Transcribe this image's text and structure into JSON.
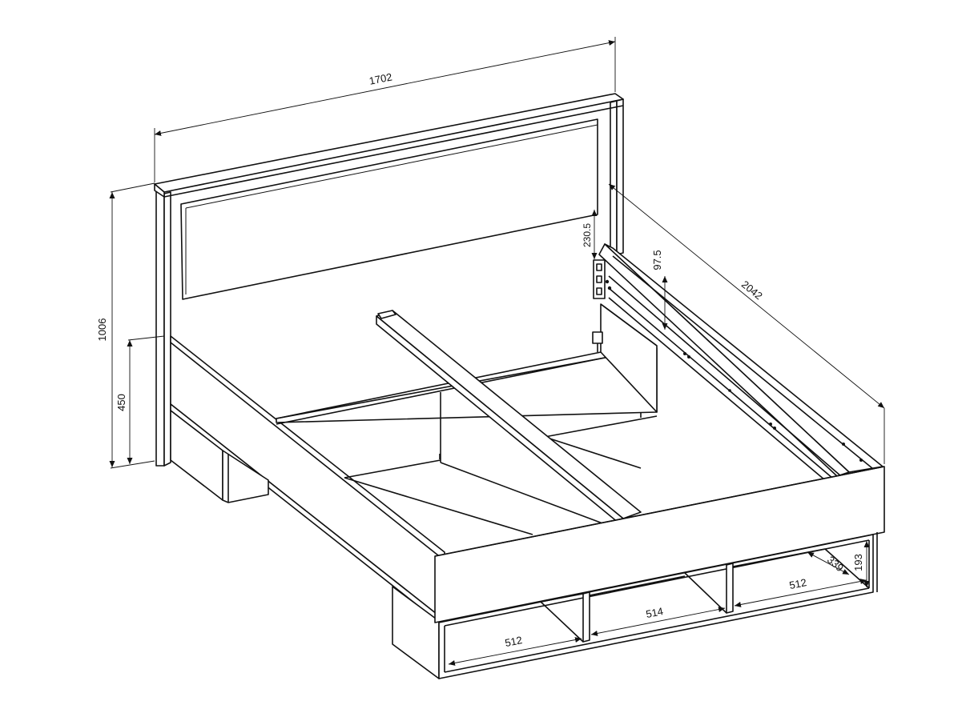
{
  "dimensions": {
    "width": "1702",
    "length": "2042",
    "total_height": "1006",
    "frame_height": "450",
    "bracket_offset": "230.5",
    "rail_height": "97.5",
    "drawer_depth": "339",
    "drawer_height": "193",
    "drawer_front_left": "512",
    "drawer_front_middle": "514",
    "drawer_right_side": "512"
  },
  "style": {
    "line_color": "#111111",
    "background": "#ffffff"
  }
}
